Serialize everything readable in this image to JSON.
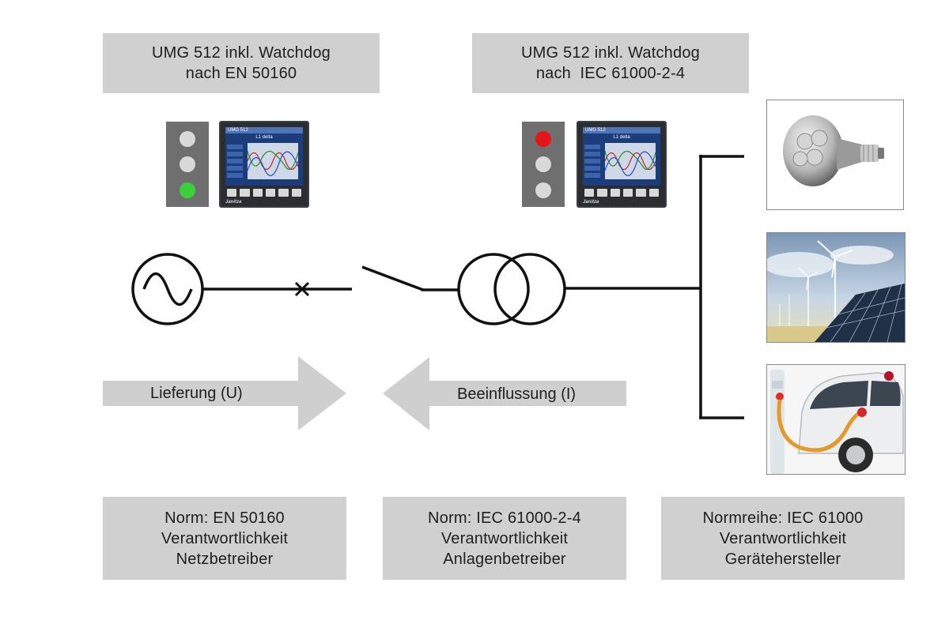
{
  "top_boxes": [
    {
      "line1": "UMG 512 inkl. Watchdog",
      "line2": "nach EN 50160"
    },
    {
      "line1": "UMG 512 inkl. Watchdog",
      "line2": "nach  IEC 61000-2-4"
    }
  ],
  "meters": [
    {
      "model": "UMG 512",
      "screen_title": "L1 delta",
      "brand": "Janitza",
      "traffic_light_active": "green"
    },
    {
      "model": "UMG 512",
      "screen_title": "L1 delta",
      "brand": "Janitza",
      "traffic_light_active": "red"
    }
  ],
  "arrows": {
    "supply_label": "Lieferung (U)",
    "influence_label": "Beeinflussung (I)"
  },
  "loads": [
    {
      "icon": "led-bulb"
    },
    {
      "icon": "wind-solar"
    },
    {
      "icon": "electric-car-charging"
    }
  ],
  "bottom_boxes": [
    {
      "line1": "Norm: EN 50160",
      "line2": "Verantwortlichkeit",
      "line3": "Netzbetreiber"
    },
    {
      "line1": "Norm: IEC 61000-2-4",
      "line2": "Verantwortlichkeit",
      "line3": "Anlagenbetreiber"
    },
    {
      "line1": "Normreihe: IEC 61000",
      "line2": "Verantwortlichkeit",
      "line3": "Gerätehersteller"
    }
  ],
  "colors": {
    "box_fill": "#d0d0d0",
    "arrow_fill": "#cfcfcf",
    "light_green": "#3bd03a",
    "light_red": "#e8141c",
    "light_off": "#d9d9d9",
    "traffic_body": "#6f6f6f"
  }
}
